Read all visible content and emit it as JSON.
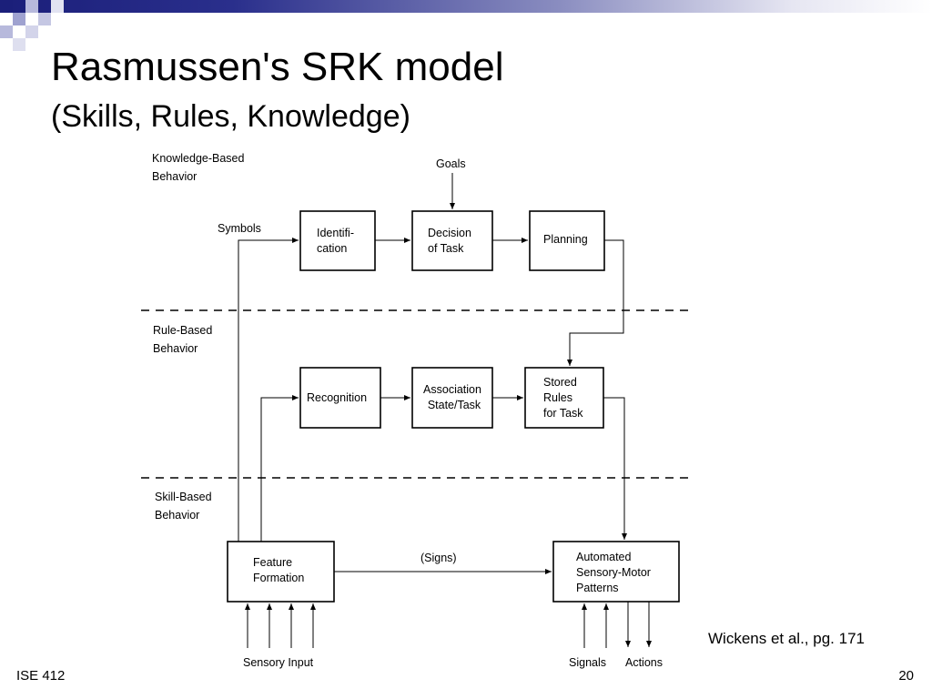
{
  "slide": {
    "title": "Rasmussen's SRK model",
    "subtitle": "(Skills, Rules, Knowledge)",
    "footer_left": "ISE 412",
    "page_number": "20",
    "citation": "Wickens et al., pg. 171"
  },
  "diagram": {
    "levels": {
      "knowledge": [
        "Knowledge-Based",
        "Behavior"
      ],
      "rule": [
        "Rule-Based",
        "Behavior"
      ],
      "skill": [
        "Skill-Based",
        "Behavior"
      ]
    },
    "boxes": {
      "identification": [
        "Identifi-",
        "cation"
      ],
      "decision": [
        "Decision",
        "of Task"
      ],
      "planning": [
        "Planning"
      ],
      "recognition": [
        "Recognition"
      ],
      "association": [
        "Association",
        "State/Task"
      ],
      "stored_rules": [
        "Stored",
        "Rules",
        "for Task"
      ],
      "feature_formation": [
        "Feature",
        "Formation"
      ],
      "automated": [
        "Automated",
        "Sensory-Motor",
        "Patterns"
      ]
    },
    "labels": {
      "goals": "Goals",
      "symbols": "Symbols",
      "signs": "(Signs)",
      "sensory_input": "Sensory Input",
      "signals": "Signals",
      "actions": "Actions"
    }
  },
  "colors": {
    "title_bar_dark": "#1b1f7a",
    "accent_square": "#2a2f8c"
  }
}
